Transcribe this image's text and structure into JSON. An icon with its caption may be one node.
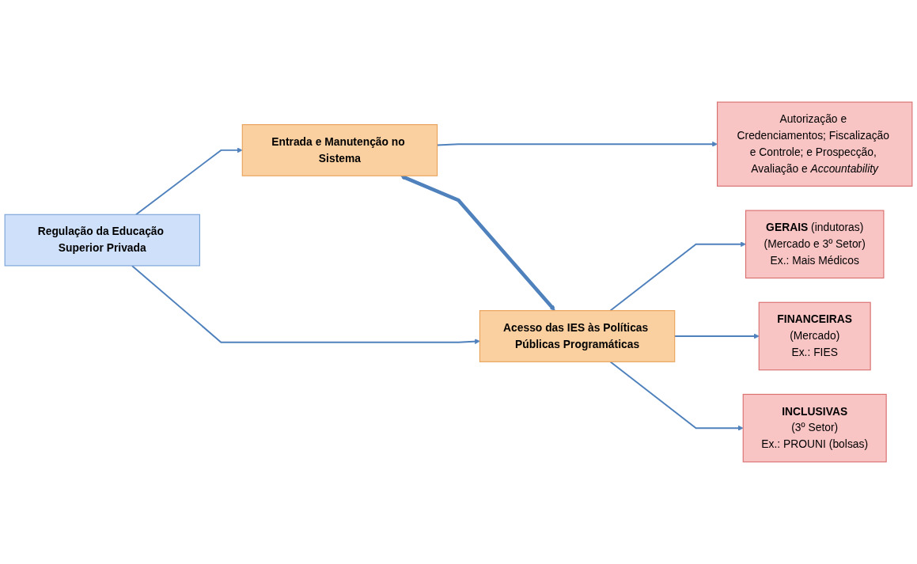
{
  "diagram": {
    "nodes": [
      {
        "text": [
          "Regulação da Educação Superior Privada"
        ]
      },
      {
        "text": [
          "Entrada e Manutenção no Sistema"
        ]
      },
      {
        "text": [
          "Autorização e Credenciamentos; Fiscalização e Controle; e Prospecção, Avaliação e *Accountability*"
        ]
      },
      {
        "text": [
          "Acesso das IES às Políticas Públicas Programáticas"
        ]
      },
      {
        "text": [
          "**GERAIS** (indutoras)",
          "(Mercado e 3º Setor)",
          "Ex.: Mais Médicos"
        ]
      },
      {
        "text": [
          "**FINANCEIRAS**",
          "(Mercado)",
          "Ex.: FIES"
        ]
      },
      {
        "text": [
          "**INCLUSIVAS**",
          "(3º Setor)",
          "Ex.: PROUNI (bolsas)"
        ]
      }
    ],
    "edges": [
      {
        "from": 0,
        "to": 1,
        "arrow": "to"
      },
      {
        "from": 0,
        "to": 3,
        "arrow": "to"
      },
      {
        "from": 1,
        "to": 2,
        "arrow": "to"
      },
      {
        "from": 1,
        "to": 3,
        "arrow": "both",
        "style": "thick"
      },
      {
        "from": 3,
        "to": 4,
        "arrow": "to"
      },
      {
        "from": 3,
        "to": 5,
        "arrow": "to"
      },
      {
        "from": 3,
        "to": 6,
        "arrow": "to"
      }
    ]
  }
}
